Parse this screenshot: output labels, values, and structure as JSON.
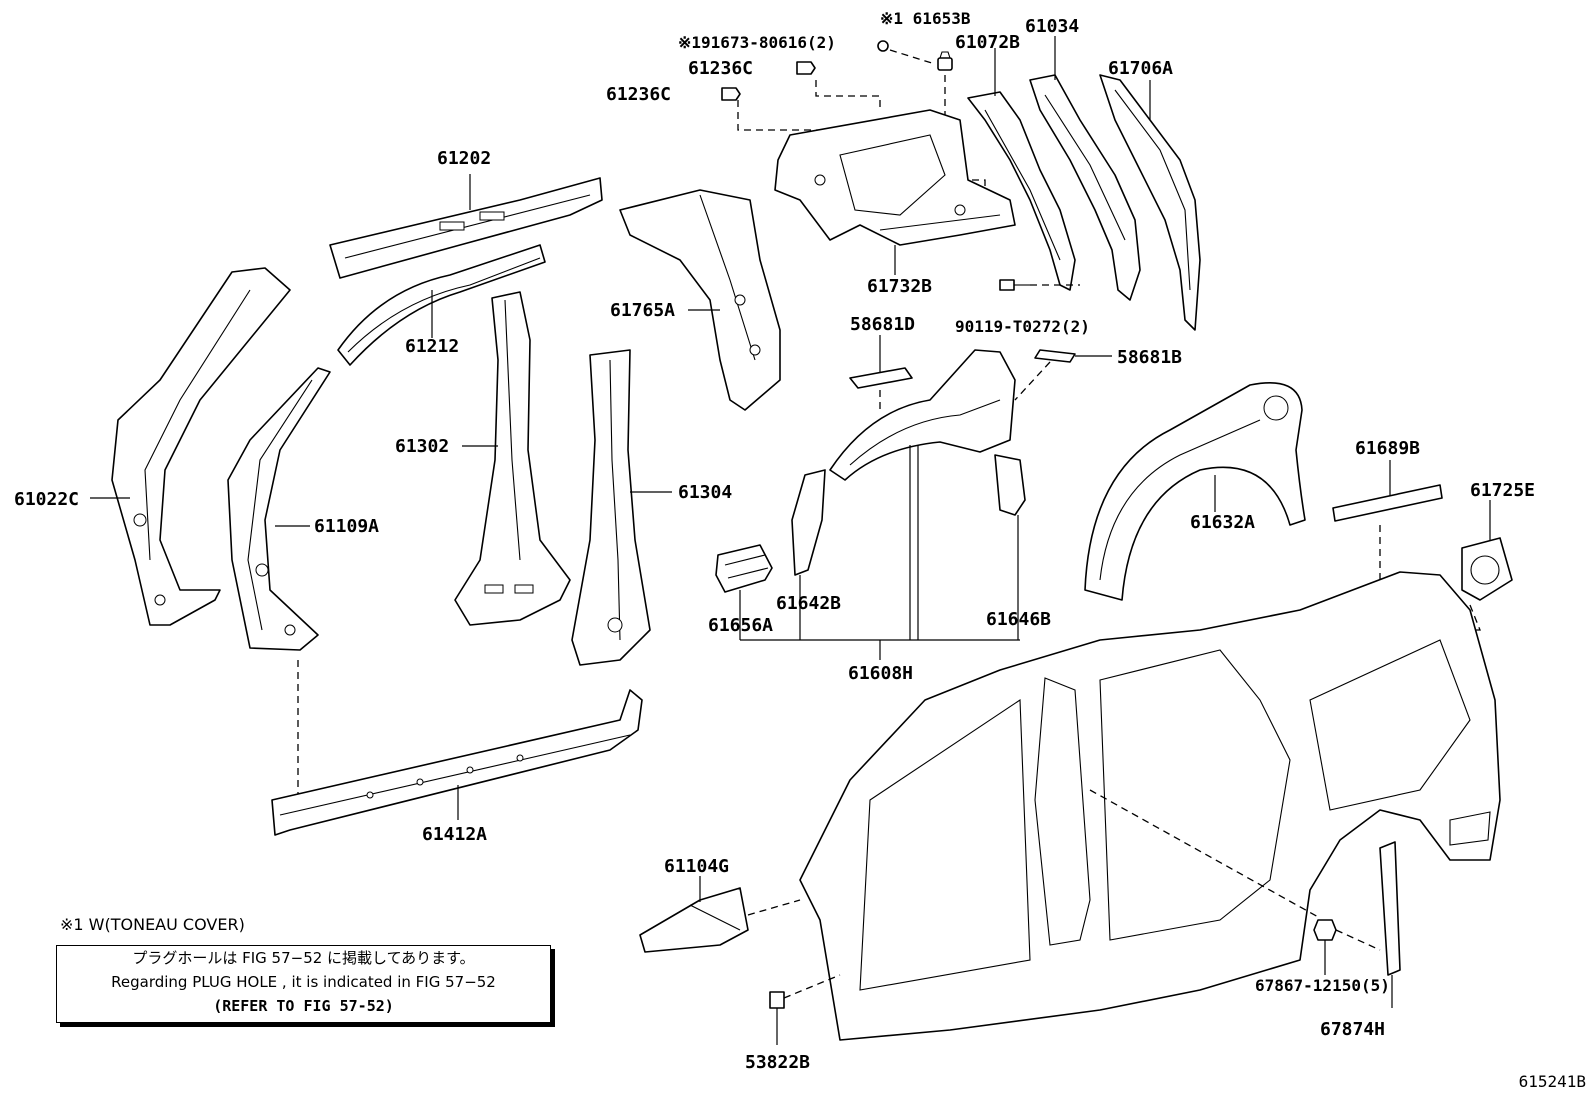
{
  "labels": {
    "p61653B": "※1 61653B",
    "p91673": "※191673-80616(2)",
    "p61236C_a": "61236C",
    "p61236C_b": "61236C",
    "p61072B": "61072B",
    "p61034": "61034",
    "p61706A": "61706A",
    "p61202": "61202",
    "p61212": "61212",
    "p61765A": "61765A",
    "p61732B": "61732B",
    "p90119": "90119-T0272(2)",
    "p58681D": "58681D",
    "p58681B": "58681B",
    "p61022C": "61022C",
    "p61109A": "61109A",
    "p61302": "61302",
    "p61304": "61304",
    "p61632A": "61632A",
    "p61689B": "61689B",
    "p61725E": "61725E",
    "p61642B": "61642B",
    "p61656A": "61656A",
    "p61646B": "61646B",
    "p61608H": "61608H",
    "p61412A": "61412A",
    "p61104G": "61104G",
    "p67867": "67867-12150(5)",
    "p67874H": "67874H",
    "p53822B": "53822B"
  },
  "footnote": "※1 W(TONEAU COVER)",
  "notice": {
    "line_jp": "プラグホールは FIG 57−52 に掲載してあります。",
    "line_en": "Regarding  PLUG  HOLE , it is indicated in FIG  57−52",
    "line_ref": "(REFER TO FIG 57-52)"
  },
  "figure_number": "615241B"
}
